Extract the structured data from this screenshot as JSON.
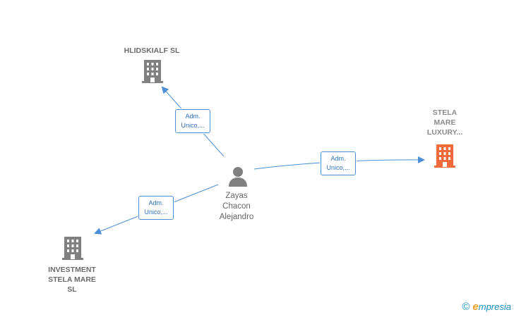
{
  "colors": {
    "edge": "#4a8fd8",
    "company_icon": "#808080",
    "main_company_icon": "#f26a3a",
    "person_icon": "#808080",
    "brand": "#1a8fbf",
    "brand_e": "#f0a020"
  },
  "nodes": {
    "hlidskialf": {
      "label": "HLIDSKIALF  SL",
      "icon": "building-icon"
    },
    "stela_mare_luxury": {
      "label_lines": [
        "STELA",
        "MARE",
        "LUXURY..."
      ],
      "icon": "building-icon"
    },
    "investment_stela_mare": {
      "label_lines": [
        "INVESTMENT",
        "STELA MARE",
        "SL"
      ],
      "icon": "building-icon"
    },
    "person": {
      "label_lines": [
        "Zayas",
        "Chacon",
        "Alejandro"
      ],
      "icon": "person-icon"
    }
  },
  "edges": [
    {
      "id": "to-hlidskialf",
      "label_lines": [
        "Adm.",
        "Unico,..."
      ]
    },
    {
      "id": "to-stela-mare-luxury",
      "label_lines": [
        "Adm.",
        "Unico,..."
      ]
    },
    {
      "id": "to-investment-stela-mare",
      "label_lines": [
        "Adm.",
        "Unico,..."
      ]
    }
  ],
  "brand": {
    "copyright": "©",
    "initial": "e",
    "name": "mpresia"
  }
}
